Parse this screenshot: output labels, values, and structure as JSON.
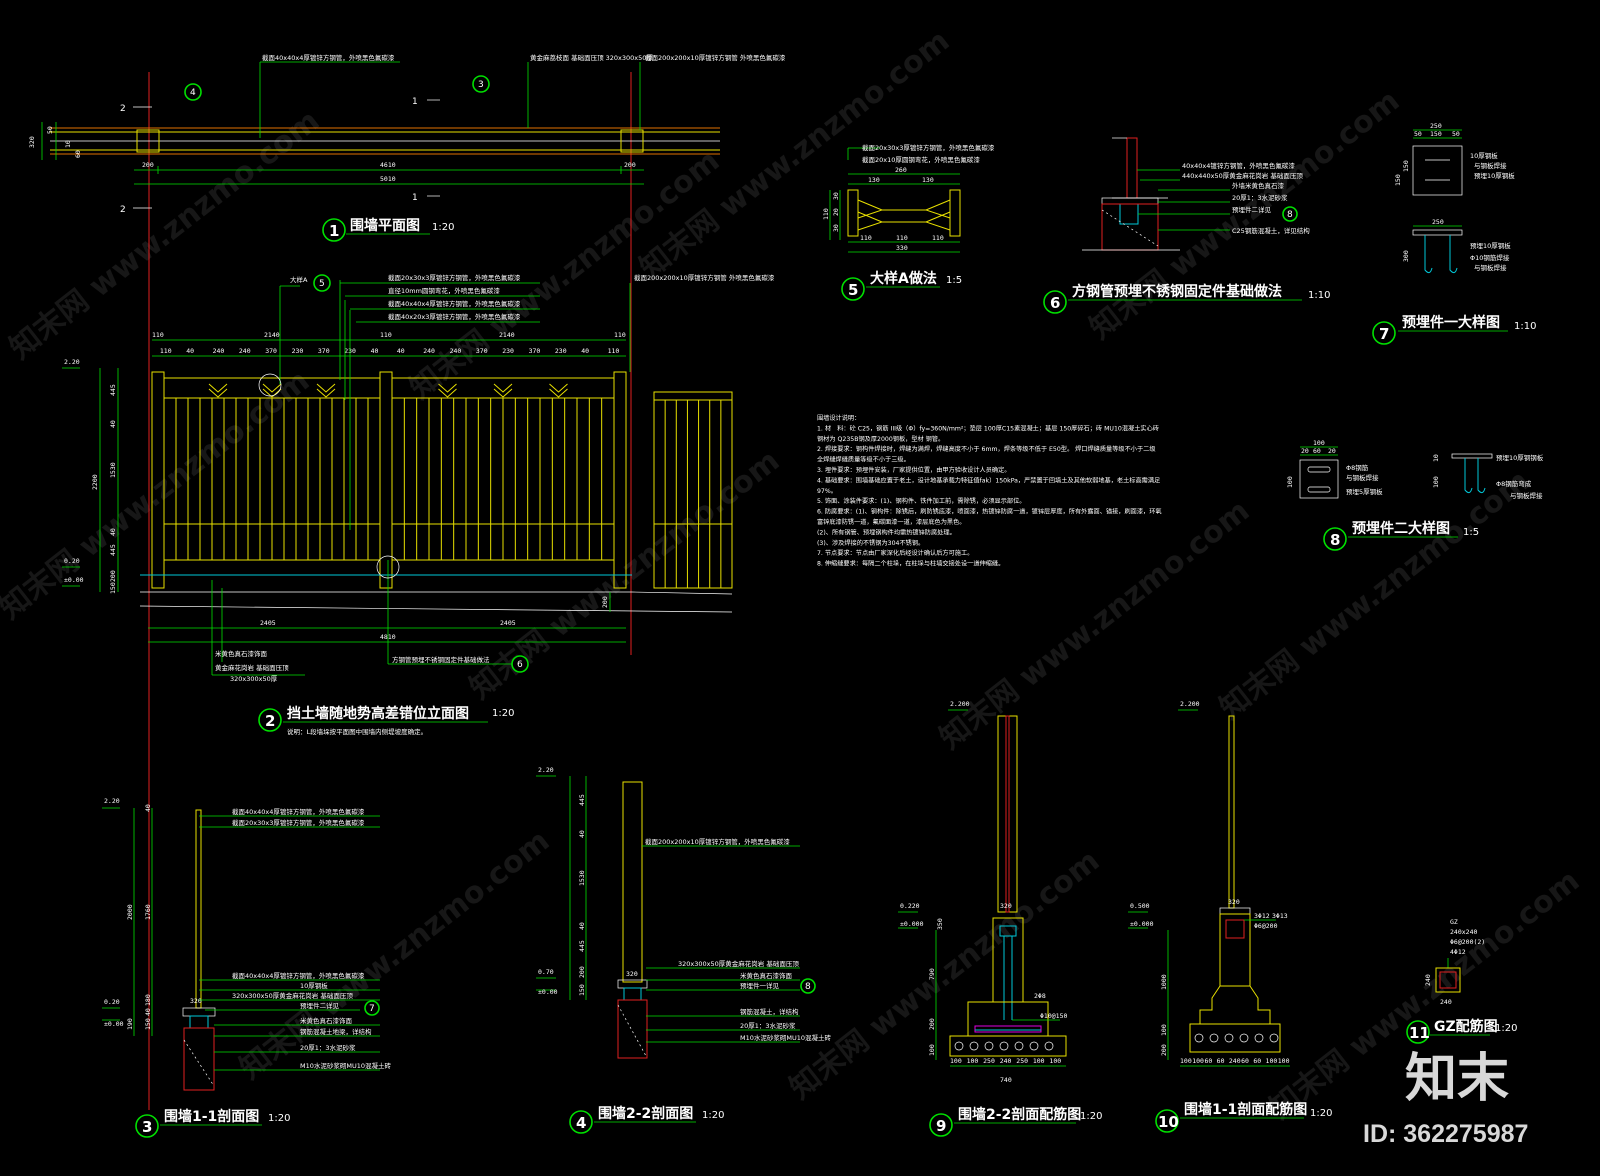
{
  "drawings": [
    {
      "num": "1",
      "title": "围墙平面图",
      "scale": "1:20"
    },
    {
      "num": "2",
      "title": "挡土墙随地势高差错位立面图",
      "scale": "1:20"
    },
    {
      "num": "3",
      "title": "围墙1-1剖面图",
      "scale": "1:20"
    },
    {
      "num": "4",
      "title": "围墙2-2剖面图",
      "scale": "1:20"
    },
    {
      "num": "5",
      "title": "大样A做法",
      "scale": "1:5"
    },
    {
      "num": "6",
      "title": "方钢管预埋不锈钢固定件基础做法",
      "scale": "1:10"
    },
    {
      "num": "7",
      "title": "预埋件一大样图",
      "scale": "1:10"
    },
    {
      "num": "8",
      "title": "预埋件二大样图",
      "scale": "1:5"
    },
    {
      "num": "9",
      "title": "围墙2-2剖面配筋图",
      "scale": "1:20"
    },
    {
      "num": "10",
      "title": "围墙1-1剖面配筋图",
      "scale": "1:20"
    },
    {
      "num": "11",
      "title": "GZ配筋图",
      "scale": "1:20"
    }
  ],
  "plan": {
    "dims_top": [
      "200",
      "4610",
      "200"
    ],
    "dim_total": "5010",
    "callouts": [
      "截面40x40x4厚镀锌方钢管，外喷黑色氟碳漆",
      "黄金麻荔枝面 基础面压顶 320x300x50厚",
      "截面200x200x10厚镀锌方钢管 外喷黑色氟碳漆"
    ],
    "section_marks": [
      "2",
      "2",
      "1",
      "1"
    ],
    "left_dims": [
      "320",
      "50",
      "10",
      "60"
    ]
  },
  "elevation": {
    "top_dims_major": [
      "110",
      "2140",
      "110",
      "2140",
      "110"
    ],
    "top_dims_minor": [
      "110",
      "40",
      "240",
      "240",
      "370",
      "230",
      "370",
      "230",
      "40",
      "40",
      "240",
      "240",
      "370",
      "230",
      "370",
      "230",
      "40",
      "110"
    ],
    "bottom_dims": [
      "2405",
      "2405"
    ],
    "bottom_total": "4810",
    "left_dims": [
      "445",
      "40",
      "1530",
      "40",
      "445",
      "200",
      "150"
    ],
    "left_total": "2200",
    "levels": [
      "2.20",
      "0.20",
      "±0.00"
    ],
    "callouts": [
      "截面20x30x3厚镀锌方钢管，外喷黑色氟碳漆",
      "直径10mm圆钢弯花，外喷黑色氟碳漆",
      "截面40x40x4厚镀锌方钢管，外喷黑色氟碳漆",
      "截面40x20x3厚镀锌方钢管，外喷黑色氟碳漆",
      "截面200x200x10厚镀锌方钢管 外喷黑色氟碳漆"
    ],
    "bottom_callouts": [
      "米黄色真石漆饰面",
      "黄金麻花岗岩 基础面压顶",
      "320x300x50厚"
    ],
    "detail_ref": "大样A",
    "pipe_note": "方钢管预埋不锈钢固定件基础做法",
    "note": "说明：L段墙垛按平面图中围墙内侧堤坡度确定。",
    "side_dim": "200"
  },
  "section11": {
    "levels": [
      "2.20",
      "0.20",
      "±0.00"
    ],
    "dims": [
      "40",
      "1760",
      "2000",
      "180",
      "40",
      "150",
      "190"
    ],
    "callouts": [
      "截面40x40x4厚镀锌方钢管，外喷黑色氟碳漆",
      "截面20x30x3厚镀锌方钢管，外喷黑色氟碳漆",
      "截面40x40x4厚镀锌方钢管，外喷黑色氟碳漆",
      "10厚钢板",
      "320x300x50厚黄金麻花岗岩 基础面压顶",
      "预埋件二详见",
      "米黄色真石漆饰面",
      "钢筋混凝土地梁，详结构",
      "20厚1：3水泥砂浆",
      "M10水泥砂浆砌MU10混凝土砖"
    ],
    "width": "320"
  },
  "section22": {
    "levels": [
      "2.20",
      "0.70",
      "±0.00"
    ],
    "dims": [
      "445",
      "40",
      "1530",
      "40",
      "445",
      "200",
      "150"
    ],
    "callouts": [
      "截面200x200x10厚镀锌方钢管，外喷黑色氟碳漆",
      "320x300x50厚黄金麻花岗岩 基础面压顶",
      "米黄色真石漆饰面",
      "预埋件一详见",
      "钢筋混凝土，详结构",
      "20厚1：3水泥砂浆",
      "M10水泥砂浆砌MU10混凝土砖"
    ],
    "width": "320"
  },
  "detail5": {
    "callouts": [
      "截面20x30x3厚镀锌方钢管，外喷黑色氟碳漆",
      "截面20x10厚圆钢弯花，外喷黑色氟碳漆"
    ],
    "dims_top": [
      "260",
      "130",
      "130"
    ],
    "dims_bottom": [
      "110",
      "110",
      "110"
    ],
    "total": "330",
    "left_dims": [
      "110",
      "30",
      "20",
      "30"
    ]
  },
  "detail6": {
    "callouts": [
      "40x40x4镀锌方钢管，外喷黑色氟碳漆",
      "440x440x50厚黄金麻花岗岩 基础面压顶",
      "外墙米黄色真石漆",
      "20厚1：3水泥砂浆",
      "预埋件二详见",
      "C25钢筋混凝土，详见结构"
    ]
  },
  "detail7": {
    "dims_top": [
      "250",
      "50",
      "150",
      "50"
    ],
    "side_dims": [
      "150",
      "150"
    ],
    "dims_bottom": [
      "250",
      "300"
    ],
    "callouts": [
      "10厚钢板",
      "与钢板焊接",
      "预埋10厚钢板",
      "预埋10厚钢板",
      "Φ10钢筋焊接",
      "与钢板焊接"
    ]
  },
  "detail8": {
    "dims": [
      "100",
      "20",
      "60",
      "20",
      "100",
      "10",
      "100"
    ],
    "callouts": [
      "Φ8钢筋",
      "与钢板焊接",
      "预埋5厚钢板",
      "预埋10厚钢钢板",
      "Φ8钢筋弯成",
      "与钢板焊接"
    ]
  },
  "notes": [
    "围墙设计说明：",
    "1. 材　料：砼 C25，钢筋 III级（Φ）fy=360N/mm²；垫层 100厚C15素混凝土；基层 150厚碎石；砖 MU10混凝土实心砖",
    "   钢材为 Q235B钢及厚2000钢板，型材 钢管。",
    "2. 焊接要求：钢构件焊接时，焊缝为满焊，焊缝高度不小于 6mm，焊条等级不低于 E50型。 焊口焊缝质量等级不小于二级",
    "   全焊缝焊缝质量等级不小于三级。",
    "3. 埋件要求：预埋件安装，厂家提供位置，由甲方验收设计人员确定。",
    "4. 基础要求：围墙基础应置于老土，设计地基承载力特征值fak）150kPa，严禁置于回填土及其他软弱地基，老土标高需满足",
    "97%。",
    "5. 饰面、涂装件要求：(1)、钢构件、铁件加工前，需除锈，必须显示部位。",
    "6. 防腐要求：(1)、钢构件：除锈后，刷防锈底漆，喷面漆，热镀锌防腐一道，镀锌层厚度，所有外露面、锚接，刷面漆，环氧",
    "   富锌底漆防锈一道，氟碳面漆一道，漆层底色为黑色。",
    "   (2)、所有钢管、预埋钢构件均需热镀锌防腐处理。",
    "   (3)、涉及焊接的不锈钢为304不锈钢。",
    "7. 节点要求：节点由厂家深化后经设计确认后方可施工。",
    "8. 伸缩缝要求：每隔二个柱垛，在柱垛与柱墙交接处设一道伸缩缝。"
  ],
  "section9": {
    "levels": [
      "2.200",
      "0.220",
      "±0.000"
    ],
    "dims_bottom": [
      "100",
      "100",
      "250",
      "240",
      "250",
      "100",
      "100"
    ],
    "total": "740",
    "top_dim": "320",
    "rebar": "Φ10@150",
    "side_dims": [
      "790",
      "350",
      "200",
      "100"
    ],
    "rebar2": "2Φ8"
  },
  "section10": {
    "levels": [
      "2.200",
      "0.500",
      "±0.000"
    ],
    "dims_bottom": [
      "100",
      "100",
      "60",
      "60",
      "240",
      "60",
      "60",
      "100",
      "100"
    ],
    "top_dim": "320",
    "rebar": [
      "3Φ12",
      "Φ6@200",
      "3Φ13"
    ],
    "side_dims": [
      "1000",
      "100",
      "200"
    ]
  },
  "gz": {
    "label": "GZ",
    "size": "240x240",
    "rebar1": "Φ6@200(2)",
    "rebar2": "4Φ12",
    "dim1": "240",
    "dim2": "240"
  },
  "watermark": "知末网 www.znzmo.com",
  "brand": {
    "logo": "知末",
    "id": "ID: 362275987"
  }
}
